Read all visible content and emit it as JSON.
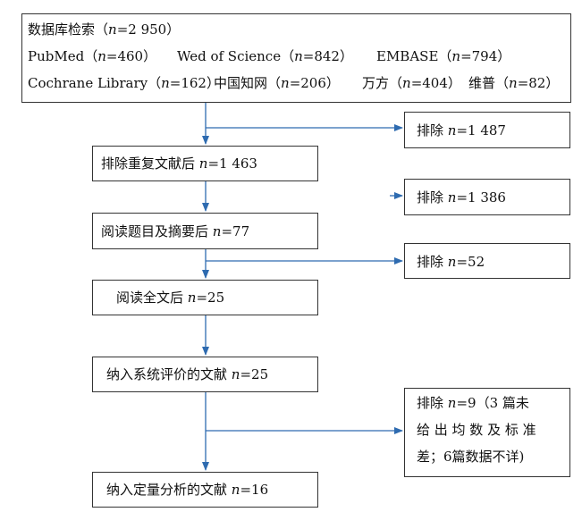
{
  "top": {
    "line1": {
      "pre": "数据库检索（",
      "n": "n",
      "post": "=2 950）"
    },
    "line2": [
      {
        "pre": "PubMed（",
        "n": "n",
        "post": "=460）"
      },
      {
        "pre": "Wed of Science（",
        "n": "n",
        "post": "=842）"
      },
      {
        "pre": "EMBASE（",
        "n": "n",
        "post": "=794）"
      }
    ],
    "line3": [
      {
        "pre": "Cochrane Library（",
        "n": "n",
        "post": "=162）"
      },
      {
        "pre": "中国知网（",
        "n": "n",
        "post": "=206）"
      },
      {
        "pre": "万方（",
        "n": "n",
        "post": "=404）"
      },
      {
        "pre": "维普（",
        "n": "n",
        "post": "=82）"
      }
    ]
  },
  "steps": [
    {
      "pre": "排除重复文献后  ",
      "n": "n",
      "post": "=1 463"
    },
    {
      "pre": "阅读题目及摘要后  ",
      "n": "n",
      "post": "=77"
    },
    {
      "pre": "阅读全文后  ",
      "n": "n",
      "post": "=25"
    },
    {
      "pre": "纳入系统评价的文献  ",
      "n": "n",
      "post": "=25"
    },
    {
      "pre": "纳入定量分析的文献  ",
      "n": "n",
      "post": "=16"
    }
  ],
  "exclusions": [
    {
      "pre": "排除  ",
      "n": "n",
      "post": "=1 487"
    },
    {
      "pre": "排除  ",
      "n": "n",
      "post": "=1 386"
    },
    {
      "pre": "排除  ",
      "n": "n",
      "post": "=52"
    }
  ],
  "last_exclusion": {
    "line1_pre": "排除  ",
    "line1_n": "n",
    "line1_post": "=9（3 篇未",
    "line2": "给 出 均 数 及 标 准",
    "line3": "差；6篇数据不详)"
  },
  "colors": {
    "arrow": "#2e6bb0",
    "border": "#333333"
  }
}
